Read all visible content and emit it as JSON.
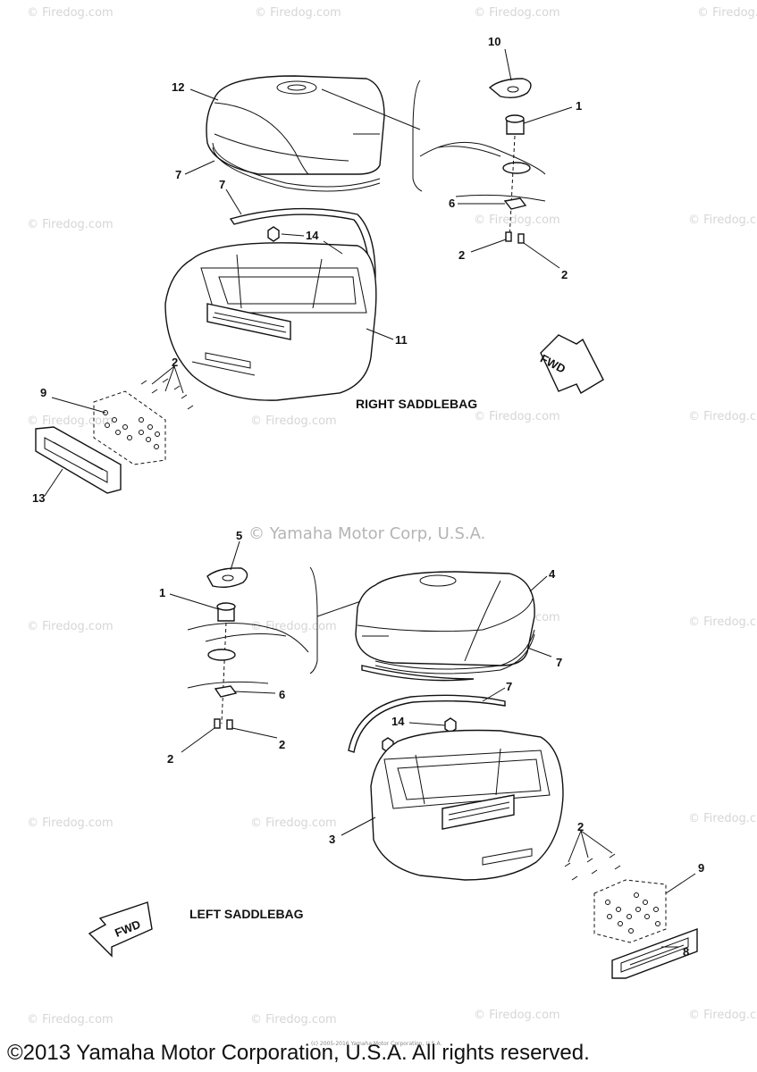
{
  "watermark": "© Firedog.com",
  "credit": "© Yamaha Motor Corp, U.S.A.",
  "small_credit": "(c) 2005-2016 Yamaha Motor Corporation, U.S.A.",
  "copyright": "©2013 Yamaha Motor Corporation, U.S.A. All rights reserved.",
  "fwd_label": "FWD",
  "right": {
    "caption": "RIGHT SADDLEBAG",
    "c10": "10",
    "c1": "1",
    "c12": "12",
    "c7a": "7",
    "c7b": "7",
    "c6": "6",
    "c14": "14",
    "c2a": "2",
    "c2b": "2",
    "c11": "11",
    "c2c": "2",
    "c9": "9",
    "c13": "13"
  },
  "left": {
    "caption": "LEFT SADDLEBAG",
    "c5": "5",
    "c1": "1",
    "c4": "4",
    "c7a": "7",
    "c7b": "7",
    "c6": "6",
    "c14": "14",
    "c2a": "2",
    "c2b": "2",
    "c3": "3",
    "c2c": "2",
    "c9": "9",
    "c8": "8"
  }
}
